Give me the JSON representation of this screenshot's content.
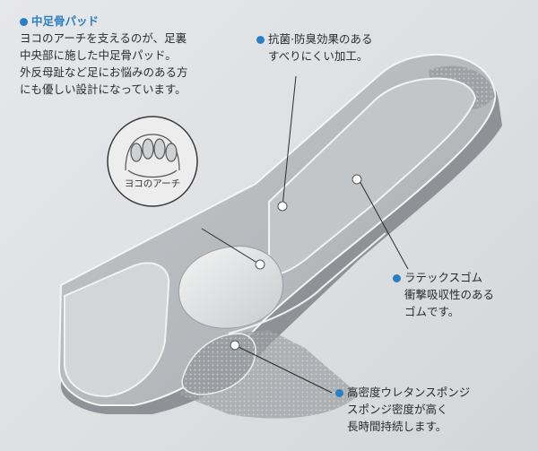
{
  "notes": {
    "metatarsal_pad": {
      "title": "中足骨パッド",
      "lines": [
        "ヨコのアーチを支えるのが、足裏",
        "中央部に施した中足骨パッド。",
        "外反母趾など足にお悩みのある方",
        "にも優しい設計になっています。"
      ]
    },
    "antibacterial": {
      "title": "抗菌·防臭効果のある",
      "lines": [
        "すべりにくい加工。"
      ]
    },
    "latex_gum": {
      "title": "ラテックスゴム",
      "lines": [
        "衝撃吸収性のある",
        "ゴムです。"
      ]
    },
    "urethane_sponge": {
      "title": "高密度ウレタンスポンジ",
      "lines": [
        "スポンジ密度が高く",
        "長時間持続します。"
      ]
    }
  },
  "callout_label": "ヨコのアーチ",
  "colors": {
    "accent": "#2a7fc4",
    "insole_top": "#b8bbbf",
    "insole_side": "#8d9094",
    "pad": "#e9eaeb"
  }
}
